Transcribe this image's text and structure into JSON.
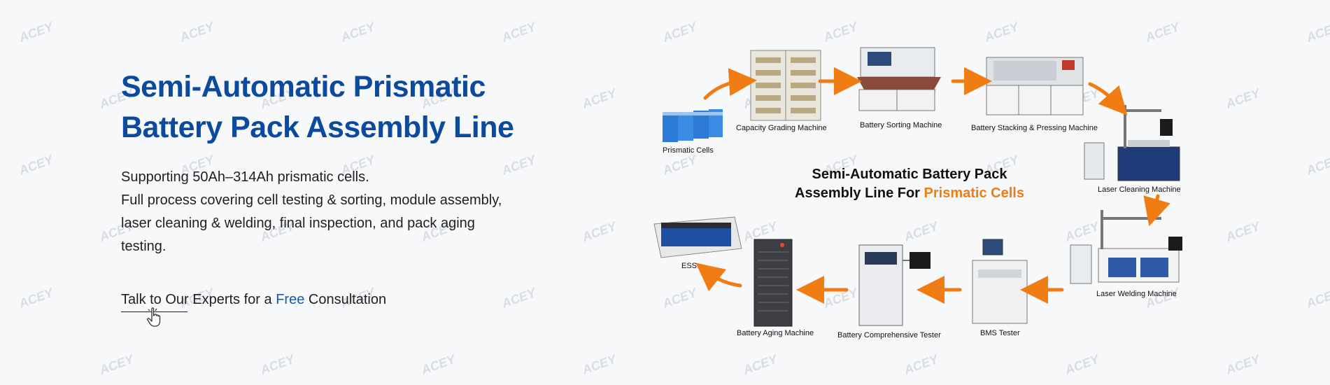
{
  "watermark_text": "ACEY",
  "hero": {
    "title_line1": "Semi-Automatic Prismatic",
    "title_line2": "Battery Pack Assembly Line",
    "desc_line1": "Supporting 50Ah–314Ah prismatic cells.",
    "desc_line2": "Full process covering cell testing & sorting, module assembly,",
    "desc_line3": "laser cleaning & welding, final inspection, and pack aging",
    "desc_line4": "testing."
  },
  "cta": {
    "prefix": "Talk to Our Experts for a ",
    "highlight": "Free",
    "suffix": " Consultation"
  },
  "diagram": {
    "title_line1": "Semi-Automatic Battery Pack",
    "title_line2_prefix": "Assembly Line For ",
    "title_line2_highlight": "Prismatic Cells",
    "labels": {
      "prismatic_cells": "Prismatic Cells",
      "capacity_grading": "Capacity Grading Machine",
      "battery_sorting": "Battery Sorting Machine",
      "stacking_pressing": "Battery Stacking & Pressing Machine",
      "laser_cleaning": "Laser Cleaning Machine",
      "laser_welding": "Laser Welding Machine",
      "bms_tester": "BMS Tester",
      "comprehensive_tester": "Battery Comprehensive Tester",
      "aging_machine": "Battery Aging Machine",
      "ess": "ESS"
    }
  },
  "colors": {
    "title_blue": "#0b4a9c",
    "link_blue": "#1558b0",
    "arrow_orange": "#f07c14",
    "text": "#1f1f1f"
  }
}
